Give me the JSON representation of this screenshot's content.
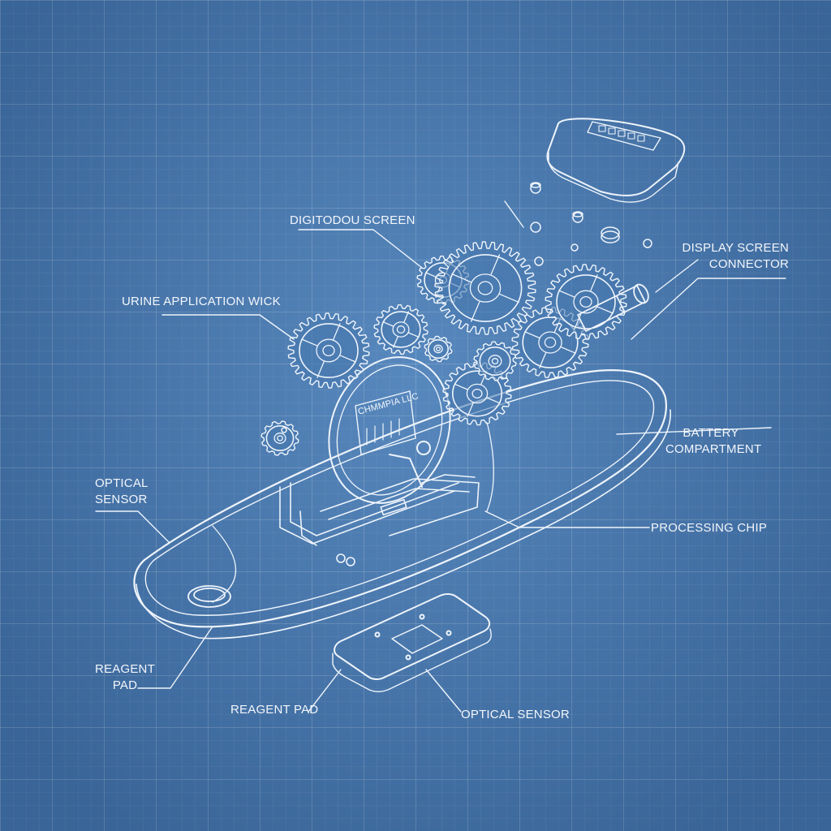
{
  "labels": {
    "digital_screen": "DIGITODOU SCREEN",
    "urine_wick": "URINE APPLICATION WICK",
    "display_connector": [
      "DISPLAY SCREEN",
      "CONNECTOR"
    ],
    "battery": [
      "BATTERY",
      "COMPARTMENT"
    ],
    "optical_sensor_left": [
      "OPTICAL",
      "SENSOR"
    ],
    "processing_chip": "PROCESSING CHIP",
    "reagent_pad_left": [
      "REAGENT",
      "PAD"
    ],
    "reagent_pad_bottom": "REAGENT PAD",
    "optical_sensor_bottom": "OPTICAL SENSOR"
  },
  "device_text": "CHMMPIA LLC",
  "colors": {
    "background": "#4676ad",
    "line": "#eef4fb"
  }
}
